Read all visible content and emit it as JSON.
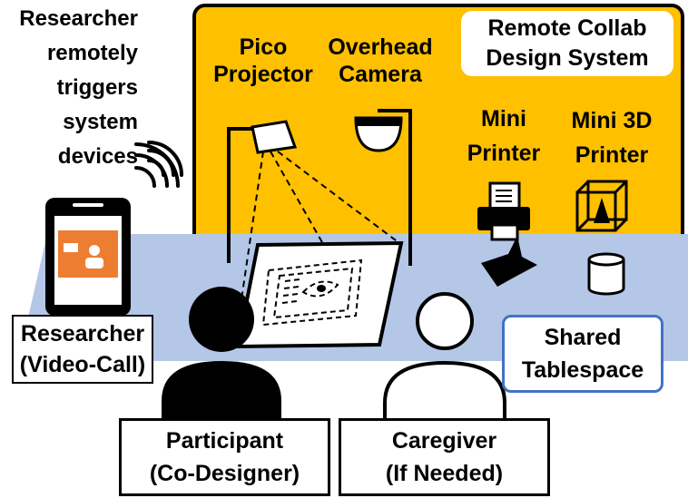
{
  "researcher_trigger": [
    "Researcher",
    "remotely",
    "triggers",
    "system",
    "devices"
  ],
  "system_title": [
    "Remote Collab",
    "Design System"
  ],
  "pico_projector": [
    "Pico",
    "Projector"
  ],
  "overhead_camera": [
    "Overhead",
    "Camera"
  ],
  "mini_printer": [
    "Mini",
    "Printer"
  ],
  "mini_3d_printer": [
    "Mini 3D",
    "Printer"
  ],
  "researcher_video_call": [
    "Researcher",
    "(Video-Call)"
  ],
  "shared_tablespace": [
    "Shared",
    "Tablespace"
  ],
  "participant": [
    "Participant",
    "(Co-Designer)"
  ],
  "caregiver": [
    "Caregiver",
    "(If Needed)"
  ],
  "colors": {
    "system_panel": "#FFC000",
    "tablespace": "#B4C7E7",
    "video_screen": "#ED7D31",
    "tablespace_border": "#4472C4"
  }
}
